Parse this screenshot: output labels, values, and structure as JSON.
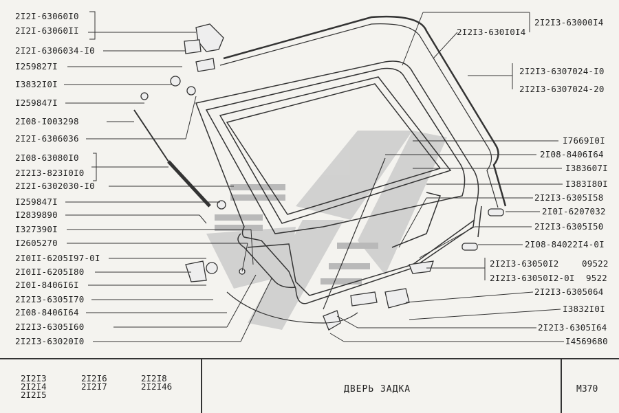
{
  "labels_left": [
    "2I2I-63060I0",
    "2I2I-63060II",
    "2I2I-6306034-I0",
    "I259827I",
    "I3832I0I",
    "I259847I",
    "2I08-I003298",
    "2I2I-6306036",
    "2I08-63080I0",
    "2I2I3-823I0I0",
    "2I2I-6302030-I0",
    "I259847I",
    "I2839890",
    "I327390I",
    "I2605270",
    "2I0II-6205I97-0I",
    "2I0II-6205I80",
    "2I0I-8406I6I",
    "2I2I3-6305I70",
    "2I08-8406I64",
    "2I2I3-6305I60",
    "2I2I3-63020I0"
  ],
  "labels_right": [
    "2I2I3-63000I4",
    "2I2I3-630I0I4",
    "2I2I3-6307024-I0",
    "2I2I3-6307024-20",
    "I7669I0I",
    "2I08-8406I64",
    "I383607I",
    "I383I80I",
    "2I2I3-6305I58",
    "2I0I-6207032",
    "2I2I3-6305I50",
    "2I08-84022I4-0I",
    "2I2I3-63050I2",
    "09522",
    "2I2I3-63050I2-0I",
    "9522",
    "2I2I3-6305064",
    "I3832I0I",
    "2I2I3-6305I64",
    "I4569680"
  ],
  "footer": {
    "models": [
      "2I2I3",
      "2I2I4",
      "2I2I5",
      "2I2I6",
      "2I2I7",
      "2I2I8",
      "2I2I46"
    ],
    "title": "ДВЕРЬ ЗАДКА",
    "page": "M370"
  }
}
